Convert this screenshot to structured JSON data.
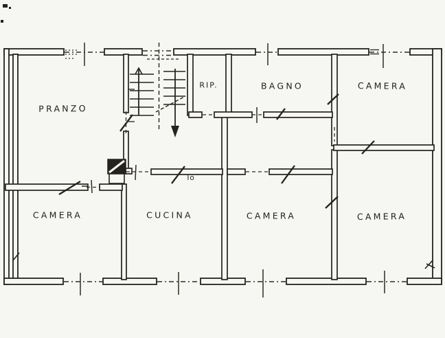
{
  "palette": {
    "paper": "#f6f6f2",
    "ink": "#24231e"
  },
  "floorplan": {
    "type": "floor-plan",
    "style": "hand-drawn-cadastral-sketch",
    "rooms": [
      {
        "id": "pranzo",
        "label": "PRANZO"
      },
      {
        "id": "rip",
        "label": "RIP."
      },
      {
        "id": "bagno",
        "label": "BAGNO"
      },
      {
        "id": "camera-nord-est",
        "label": "CAMERA"
      },
      {
        "id": "camera-ovest",
        "label": "CAMERA"
      },
      {
        "id": "cucina",
        "label": "CUCINA"
      },
      {
        "id": "camera-centrale",
        "label": "CAMERA"
      },
      {
        "id": "camera-sud-est",
        "label": "CAMERA"
      }
    ],
    "annotations": [
      {
        "id": "wall-note",
        "label": "Io"
      }
    ],
    "icons": [
      "stairs-up-arrow-icon",
      "stairs-down-arrow-icon",
      "flue-icon",
      "window-opening-icon",
      "door-slash-icon"
    ]
  }
}
